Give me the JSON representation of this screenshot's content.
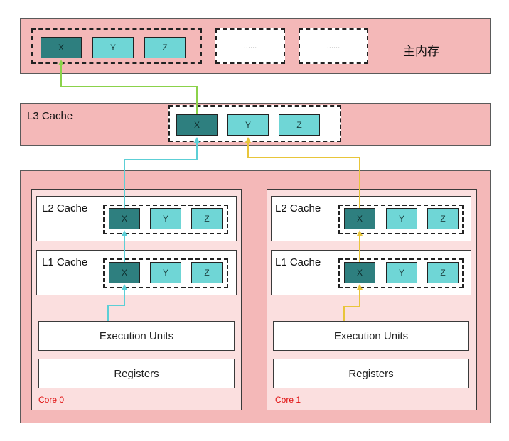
{
  "main_memory": {
    "label": "主内存",
    "cells": [
      "X",
      "Y",
      "Z"
    ],
    "ellipsis_1": "......",
    "ellipsis_2": "......"
  },
  "l3": {
    "label": "L3 Cache",
    "cells": [
      "X",
      "Y",
      "Z"
    ]
  },
  "cores": [
    {
      "name": "Core 0",
      "l2_label": "L2 Cache",
      "l1_label": "L1 Cache",
      "l2_cells": [
        "X",
        "Y",
        "Z"
      ],
      "l1_cells": [
        "X",
        "Y",
        "Z"
      ],
      "execution_label": "Execution Units",
      "registers_label": "Registers"
    },
    {
      "name": "Core 1",
      "l2_label": "L2 Cache",
      "l1_label": "L1 Cache",
      "l2_cells": [
        "X",
        "Y",
        "Z"
      ],
      "l1_cells": [
        "X",
        "Y",
        "Z"
      ],
      "execution_label": "Execution Units",
      "registers_label": "Registers"
    }
  ],
  "colors": {
    "green_arrow": "#8bd24a",
    "cyan_arrow": "#5ccfd6",
    "yellow_arrow": "#e8c53a",
    "pink": "#f4b8b8",
    "core_bg": "#fbdfdf",
    "cell_dark": "#2e7f7f",
    "cell_light": "#6fd6d6"
  }
}
